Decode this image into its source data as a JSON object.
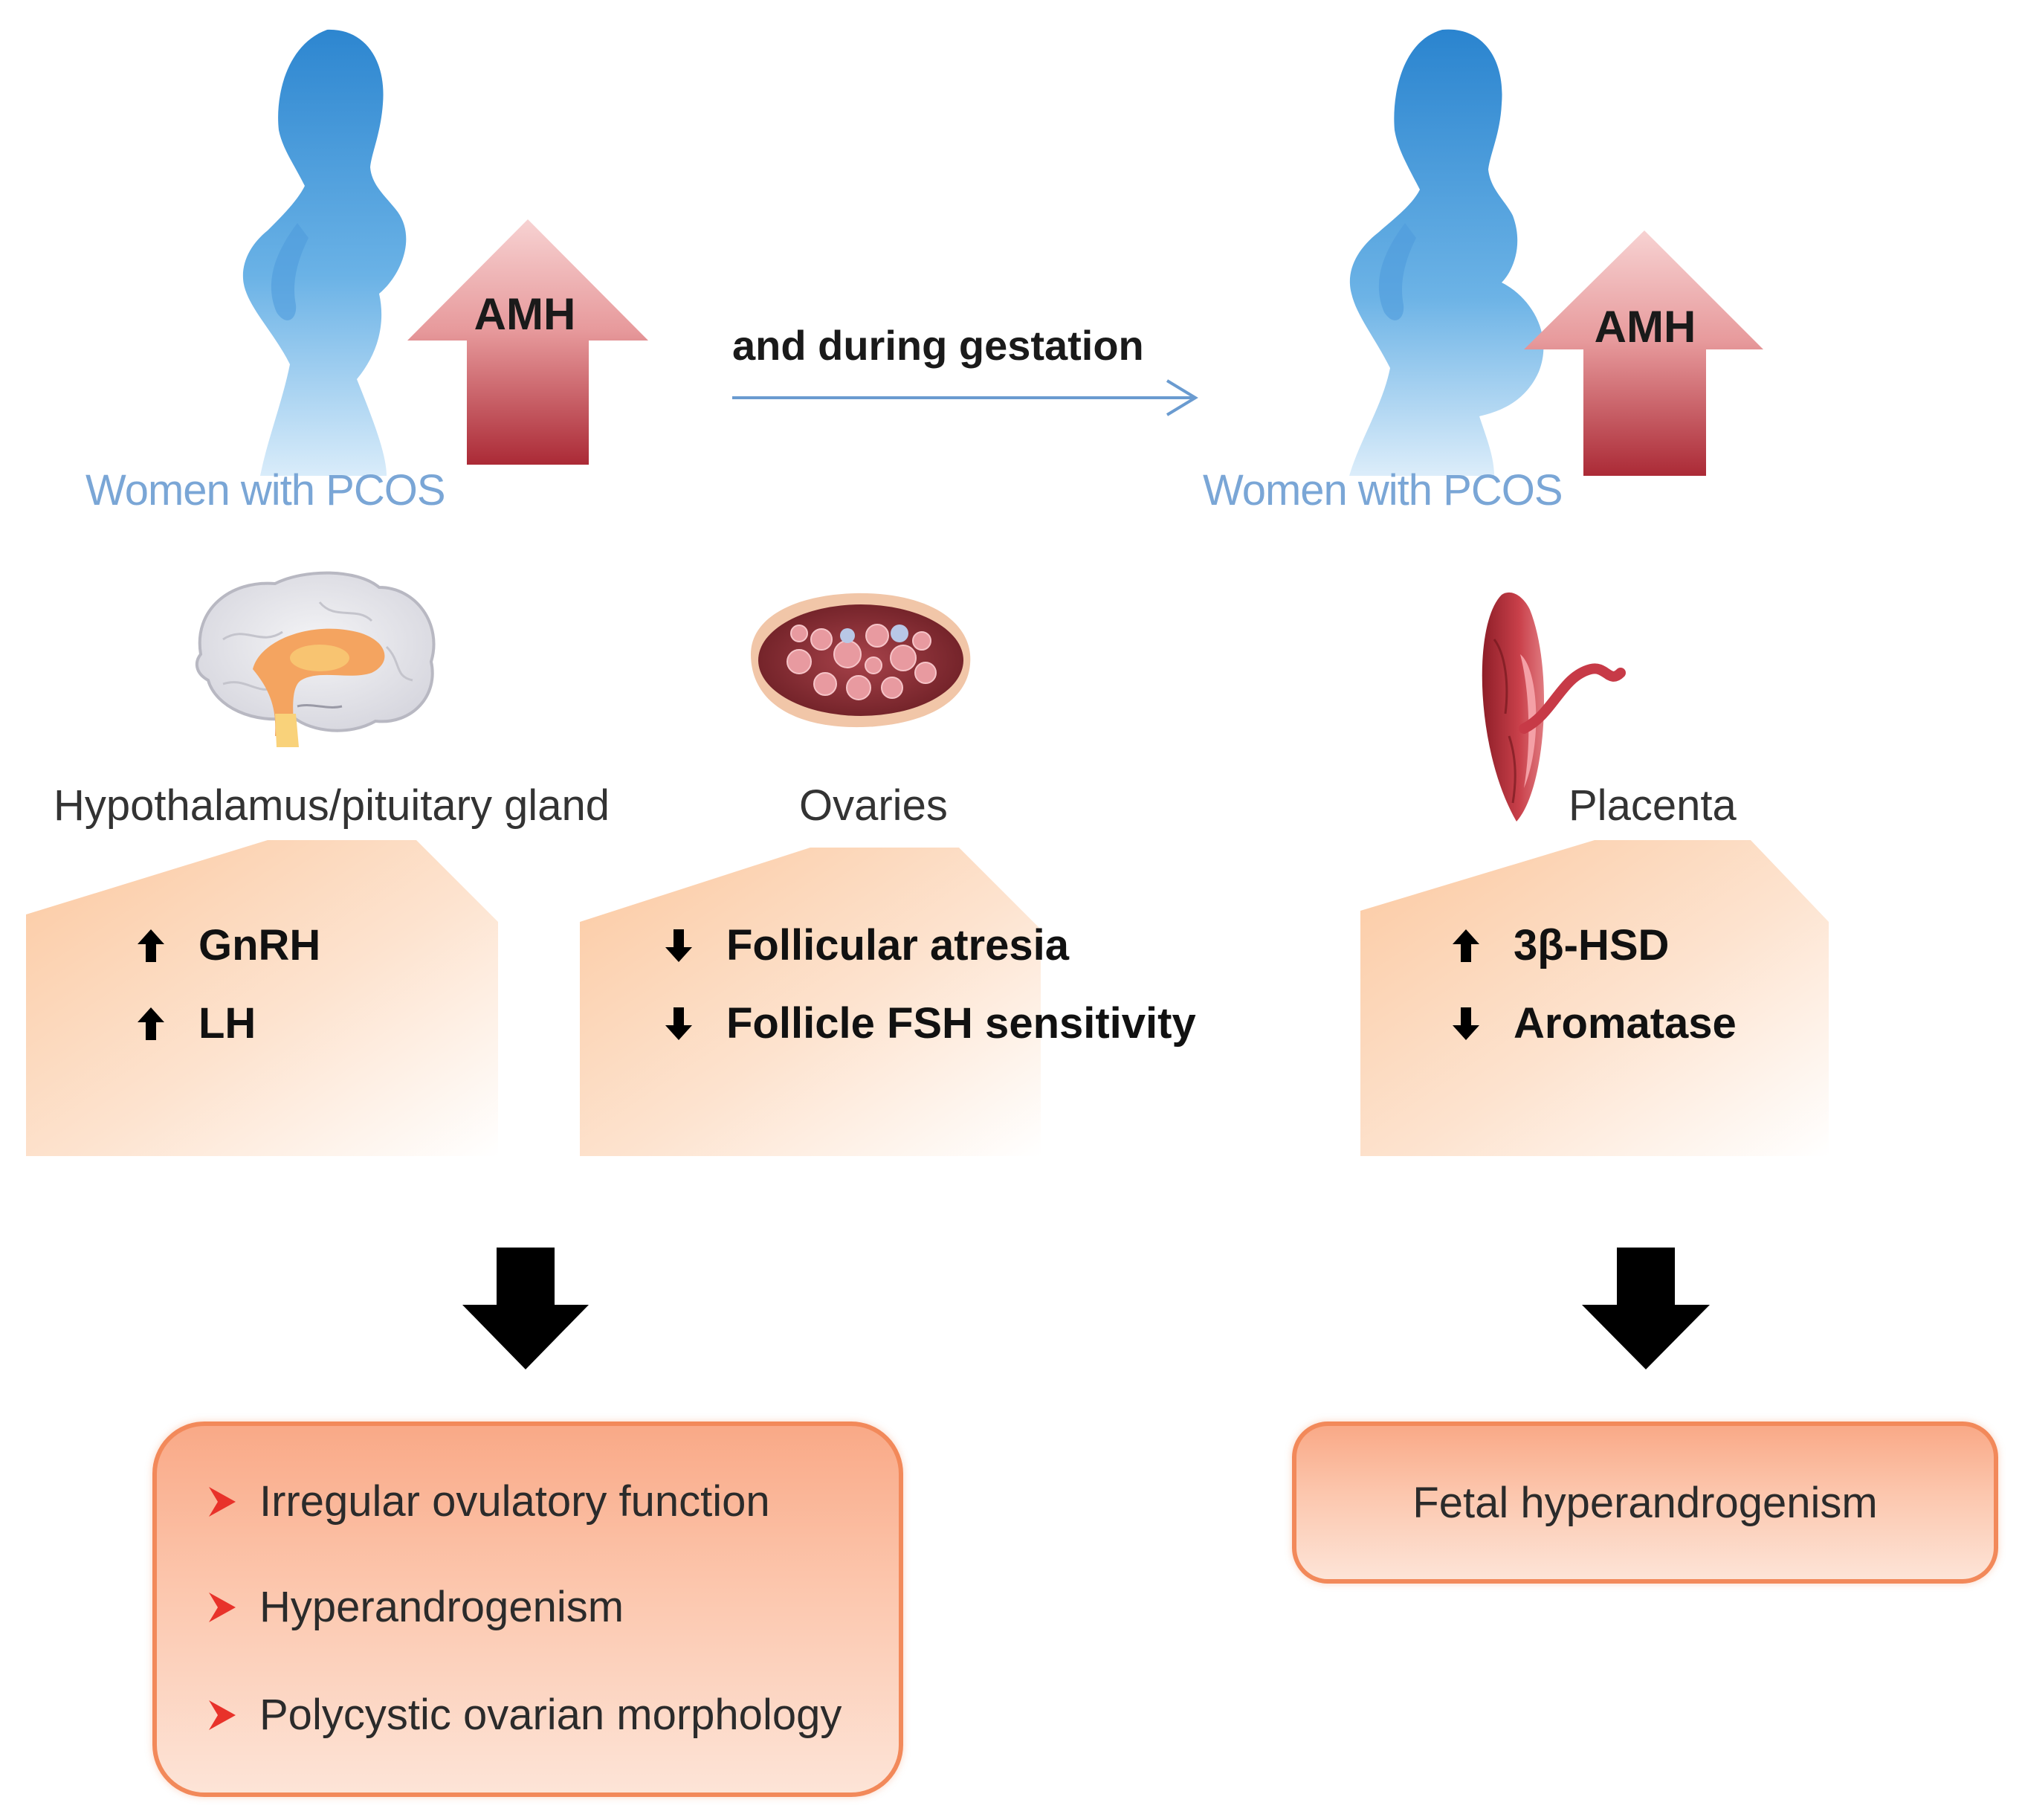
{
  "top": {
    "left_group_label": "Women with PCOS",
    "right_group_label": "Women with PCOS",
    "left_marker_label": "AMH",
    "right_marker_label": "AMH",
    "transition_label": "and during gestation"
  },
  "organs": {
    "hypothalamus": {
      "label": "Hypothalamus/pituitary gland",
      "effects": [
        {
          "direction": "up",
          "text": "GnRH"
        },
        {
          "direction": "up",
          "text": "LH"
        }
      ]
    },
    "ovaries": {
      "label": "Ovaries",
      "effects": [
        {
          "direction": "down",
          "text": "Follicular atresia"
        },
        {
          "direction": "down",
          "text": "Follicle FSH sensitivity"
        }
      ]
    },
    "placenta": {
      "label": "Placenta",
      "effects": [
        {
          "direction": "up",
          "text": "3β-HSD"
        },
        {
          "direction": "down",
          "text": "Aromatase"
        }
      ]
    }
  },
  "outcomes": {
    "left": [
      "Irregular ovulatory function",
      "Hyperandrogenism",
      "Polycystic ovarian morphology"
    ],
    "right": "Fetal hyperandrogenism"
  },
  "colors": {
    "silhouette": "#3d8fd4",
    "amh_arrow_top": "#f5c3c3",
    "amh_arrow_bottom": "#b0303c",
    "panel": "#fcd2ae",
    "outcome_border": "#f2895a",
    "bullet": "#e8322a",
    "pcos_text": "#7aa6d6"
  }
}
